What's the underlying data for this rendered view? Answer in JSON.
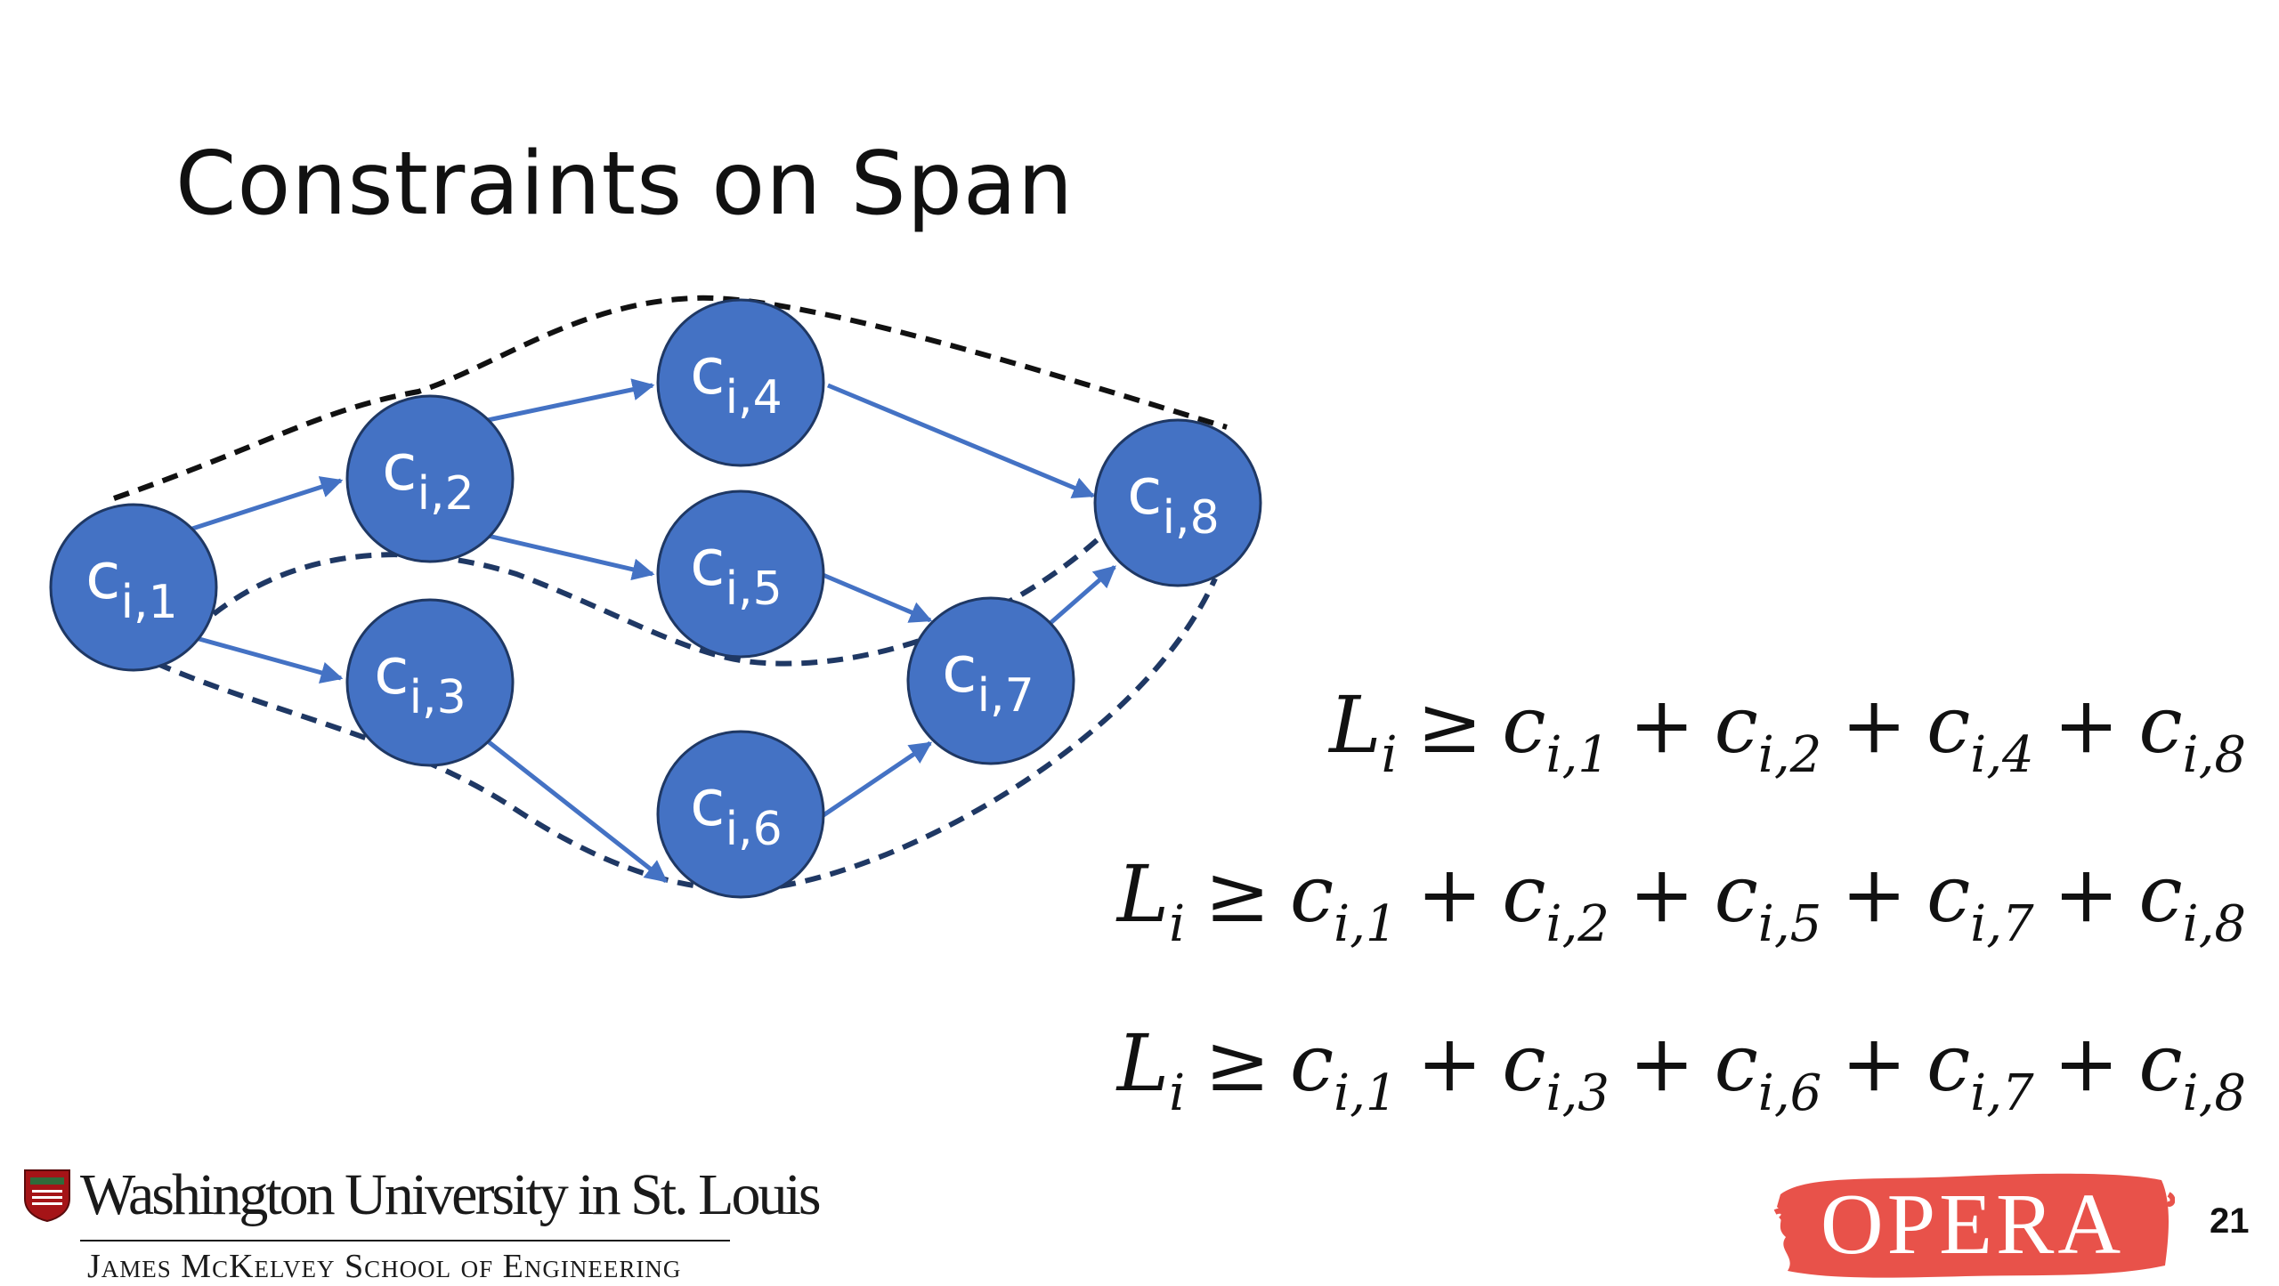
{
  "slide": {
    "title": "Constraints on Span",
    "page_number": "21"
  },
  "nodes": [
    {
      "id": "c1",
      "base": "c",
      "sub": "i,1"
    },
    {
      "id": "c2",
      "base": "c",
      "sub": "i,2"
    },
    {
      "id": "c3",
      "base": "c",
      "sub": "i,3"
    },
    {
      "id": "c4",
      "base": "c",
      "sub": "i,4"
    },
    {
      "id": "c5",
      "base": "c",
      "sub": "i,5"
    },
    {
      "id": "c6",
      "base": "c",
      "sub": "i,6"
    },
    {
      "id": "c7",
      "base": "c",
      "sub": "i,7"
    },
    {
      "id": "c8",
      "base": "c",
      "sub": "i,8"
    }
  ],
  "edges": [
    [
      "c1",
      "c2"
    ],
    [
      "c1",
      "c3"
    ],
    [
      "c2",
      "c4"
    ],
    [
      "c2",
      "c5"
    ],
    [
      "c3",
      "c6"
    ],
    [
      "c4",
      "c8"
    ],
    [
      "c5",
      "c7"
    ],
    [
      "c6",
      "c7"
    ],
    [
      "c7",
      "c8"
    ]
  ],
  "equations": [
    {
      "lhs": "L",
      "lhs_sub": "i",
      "op": "≥",
      "terms": [
        "i,1",
        "i,2",
        "i,4",
        "i,8"
      ]
    },
    {
      "lhs": "L",
      "lhs_sub": "i",
      "op": "≥",
      "terms": [
        "i,1",
        "i,2",
        "i,5",
        "i,7",
        "i,8"
      ]
    },
    {
      "lhs": "L",
      "lhs_sub": "i",
      "op": "≥",
      "terms": [
        "i,1",
        "i,3",
        "i,6",
        "i,7",
        "i,8"
      ]
    }
  ],
  "term_base": "c",
  "plus": "+",
  "logos": {
    "university_name": "Washington University in St. Louis",
    "school_name": "James McKelvey School of Engineering",
    "opera": "OPERA"
  },
  "colors": {
    "node_fill": "#4472c4",
    "node_stroke": "#1f3864",
    "edge": "#4472c4",
    "critical_path_outline": "#111111",
    "path_outline": "#1f3864",
    "opera_badge": "#e8524a",
    "crest_red": "#a51417"
  }
}
